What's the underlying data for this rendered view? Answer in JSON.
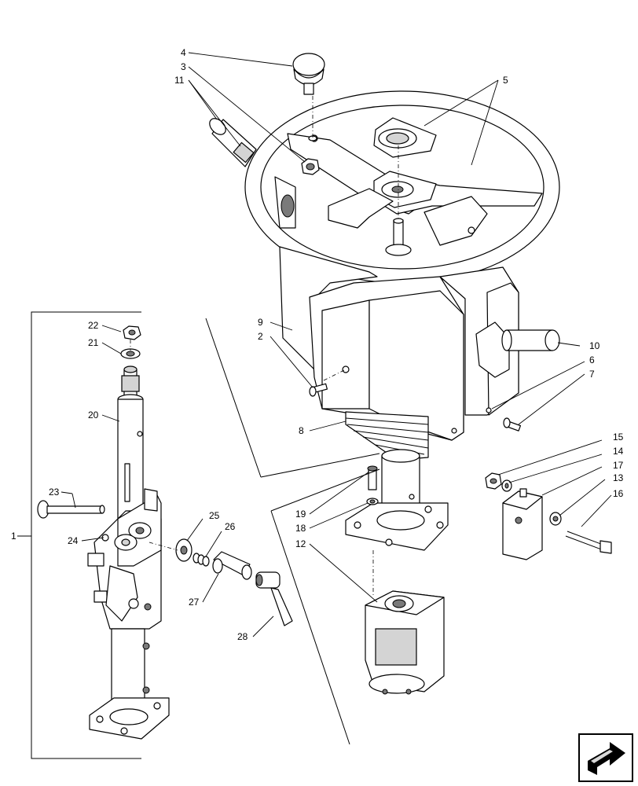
{
  "callouts": [
    {
      "id": "c1",
      "label": "1"
    },
    {
      "id": "c2",
      "label": "2"
    },
    {
      "id": "c3",
      "label": "3"
    },
    {
      "id": "c4",
      "label": "4"
    },
    {
      "id": "c5",
      "label": "5"
    },
    {
      "id": "c6",
      "label": "6"
    },
    {
      "id": "c7",
      "label": "7"
    },
    {
      "id": "c8",
      "label": "8"
    },
    {
      "id": "c9",
      "label": "9"
    },
    {
      "id": "c10",
      "label": "10"
    },
    {
      "id": "c11",
      "label": "11"
    },
    {
      "id": "c12",
      "label": "12"
    },
    {
      "id": "c13",
      "label": "13"
    },
    {
      "id": "c14",
      "label": "14"
    },
    {
      "id": "c15",
      "label": "15"
    },
    {
      "id": "c16",
      "label": "16"
    },
    {
      "id": "c17",
      "label": "17"
    },
    {
      "id": "c18",
      "label": "18"
    },
    {
      "id": "c19",
      "label": "19"
    },
    {
      "id": "c20",
      "label": "20"
    },
    {
      "id": "c21",
      "label": "21"
    },
    {
      "id": "c22",
      "label": "22"
    },
    {
      "id": "c23",
      "label": "23"
    },
    {
      "id": "c24",
      "label": "24"
    },
    {
      "id": "c25",
      "label": "25"
    },
    {
      "id": "c26",
      "label": "26"
    },
    {
      "id": "c27",
      "label": "27"
    },
    {
      "id": "c28",
      "label": "28"
    }
  ],
  "icons": {
    "next_page": "next-page-arrow-icon"
  }
}
